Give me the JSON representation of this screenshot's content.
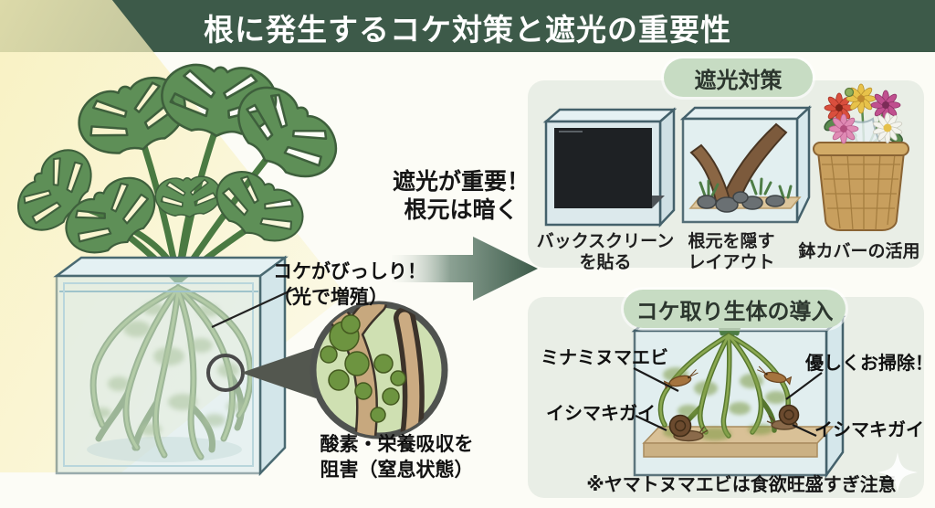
{
  "header": {
    "title": "根に発生するコケ対策と遮光の重要性"
  },
  "left_illustration": {
    "moss_callout_line1": "コケがびっしり！",
    "moss_callout_line2": "（光で増殖）",
    "damage_line1": "酸素・栄養吸収を",
    "damage_line2": "阻害（窒息状態）"
  },
  "arrow": {
    "line1": "遮光が重要！",
    "line2": "根元は暗く"
  },
  "shading_panel": {
    "badge": "遮光対策",
    "items": [
      {
        "line1": "バックスクリーン",
        "line2": "を貼る"
      },
      {
        "line1": "根元を隠す",
        "line2": "レイアウト"
      },
      {
        "line1": "鉢カバーの活用",
        "line2": ""
      }
    ]
  },
  "biota_panel": {
    "badge": "コケ取り生体の導入",
    "labels": {
      "shrimp": "ミナミヌマエビ",
      "cleaning": "優しくお掃除！",
      "snail_left": "イシマキガイ",
      "snail_right": "イシマキガイ"
    },
    "note": "※ヤマトヌマエビは食欲旺盛すぎ注意"
  },
  "colors": {
    "header_green": "#3d5a49",
    "badge_green": "#c7dcc3",
    "panel_bg": "#e9eee6",
    "beam_yellow": "#f8f0ba",
    "glass_blue": "#d6e9ee",
    "root_green": "#6a8c3c",
    "leaf_green": "#5e8f57",
    "sand_tan": "#d9c197",
    "wood_brown": "#7c5a3c"
  }
}
